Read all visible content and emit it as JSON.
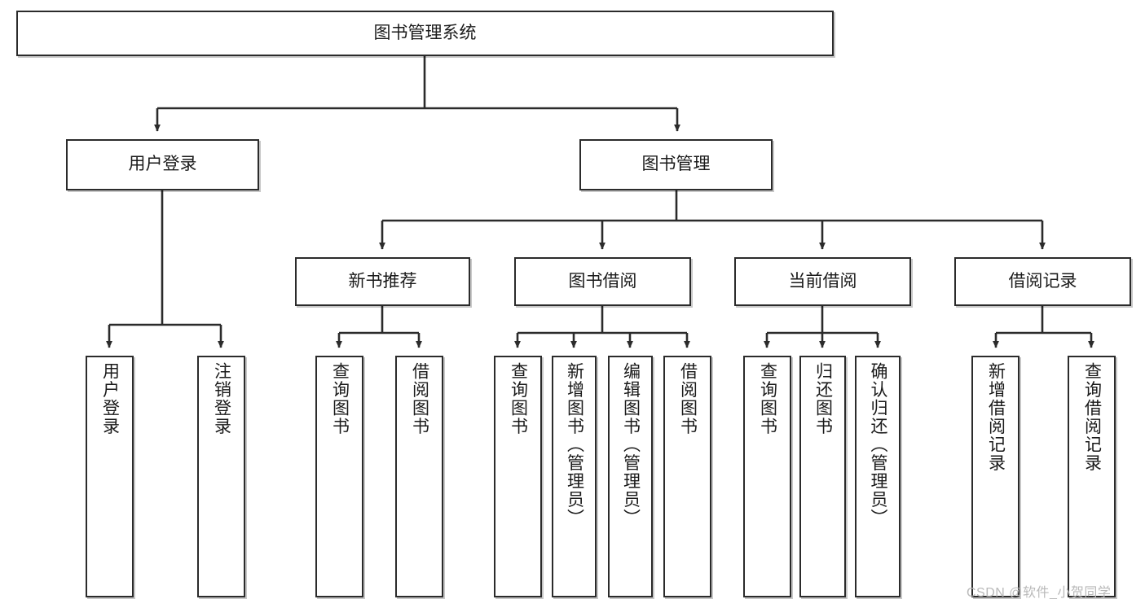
{
  "diagram": {
    "title": "图书管理系统",
    "watermark": "CSDN @软件_小贺同学",
    "colors": {
      "box_border": "#2b2b2b",
      "box_fill": "#ffffff",
      "edge": "#2b2b2b",
      "background": "#ffffff",
      "watermark": "#b9b9b9"
    },
    "levels": {
      "root": "图书管理系统",
      "level2": [
        "用户登录",
        "图书管理"
      ],
      "level3": [
        "新书推荐",
        "图书借阅",
        "当前借阅",
        "借阅记录"
      ]
    },
    "nodes": {
      "root": {
        "label": "图书管理系统"
      },
      "user_login": {
        "label": "用户登录"
      },
      "book_mgmt": {
        "label": "图书管理"
      },
      "new_book_rec": {
        "label": "新书推荐"
      },
      "book_borrow": {
        "label": "图书借阅"
      },
      "current_borrow": {
        "label": "当前借阅"
      },
      "borrow_record": {
        "label": "借阅记录"
      },
      "leaf_user_login": {
        "label": "用户登录"
      },
      "leaf_logout": {
        "label": "注销登录"
      },
      "leaf_query_book_a": {
        "label": "查询图书"
      },
      "leaf_borrow_book_a": {
        "label": "借阅图书"
      },
      "leaf_query_book_b": {
        "label": "查询图书"
      },
      "leaf_add_book": {
        "label": "新增图书（管理员）"
      },
      "leaf_edit_book": {
        "label": "编辑图书（管理员）"
      },
      "leaf_borrow_book_b": {
        "label": "借阅图书"
      },
      "leaf_query_book_c": {
        "label": "查询图书"
      },
      "leaf_return_book": {
        "label": "归还图书"
      },
      "leaf_confirm_return": {
        "label": "确认归还（管理员）"
      },
      "leaf_add_record": {
        "label": "新增借阅记录"
      },
      "leaf_query_record": {
        "label": "查询借阅记录"
      }
    },
    "edges": [
      {
        "from": "root",
        "to": "user_login"
      },
      {
        "from": "root",
        "to": "book_mgmt"
      },
      {
        "from": "user_login",
        "to": "leaf_user_login"
      },
      {
        "from": "user_login",
        "to": "leaf_logout"
      },
      {
        "from": "book_mgmt",
        "to": "new_book_rec"
      },
      {
        "from": "book_mgmt",
        "to": "book_borrow"
      },
      {
        "from": "book_mgmt",
        "to": "current_borrow"
      },
      {
        "from": "book_mgmt",
        "to": "borrow_record"
      },
      {
        "from": "new_book_rec",
        "to": "leaf_query_book_a"
      },
      {
        "from": "new_book_rec",
        "to": "leaf_borrow_book_a"
      },
      {
        "from": "book_borrow",
        "to": "leaf_query_book_b"
      },
      {
        "from": "book_borrow",
        "to": "leaf_add_book"
      },
      {
        "from": "book_borrow",
        "to": "leaf_edit_book"
      },
      {
        "from": "book_borrow",
        "to": "leaf_borrow_book_b"
      },
      {
        "from": "current_borrow",
        "to": "leaf_query_book_c"
      },
      {
        "from": "current_borrow",
        "to": "leaf_return_book"
      },
      {
        "from": "current_borrow",
        "to": "leaf_confirm_return"
      },
      {
        "from": "borrow_record",
        "to": "leaf_add_record"
      },
      {
        "from": "borrow_record",
        "to": "leaf_query_record"
      }
    ]
  }
}
